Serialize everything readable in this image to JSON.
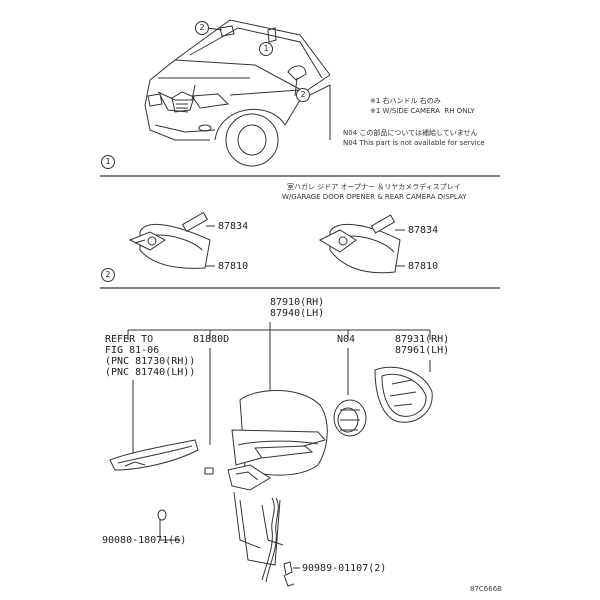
{
  "callouts": {
    "c1": "1",
    "c2": "2"
  },
  "notes": {
    "note1_jp": "※1 右ハンドル 右のみ",
    "note1_en": "※1 W/SIDE CAMERA  RH ONLY",
    "note2_jp": "N04 この部品については補給していません",
    "note2_en": "N04 This part is not available for service"
  },
  "section1": {
    "header_jp": "室ハガレ ジドア オープナー ＆リヤカメラディスプレイ",
    "header_en": "W/GARAGE DOOR OPENER & REAR CAMERA DISPLAY",
    "parts_left": [
      "87834",
      "87810"
    ],
    "parts_right": [
      "87834",
      "87810"
    ]
  },
  "section2": {
    "main_part_rh": "87910(RH)",
    "main_part_lh": "87940(LH)",
    "refer_lines": [
      "REFER TO",
      "FIG 81-06",
      "(PNC 81730(RH))",
      "(PNC 81740(LH))"
    ],
    "part_81880": "81880D",
    "part_n04": "N04",
    "part_glass_rh": "87931(RH)",
    "part_glass_lh": "87961(LH)",
    "screw": "90080-18071(6)",
    "clip": "90989-01107(2)"
  },
  "drawing_code": "87C666B"
}
